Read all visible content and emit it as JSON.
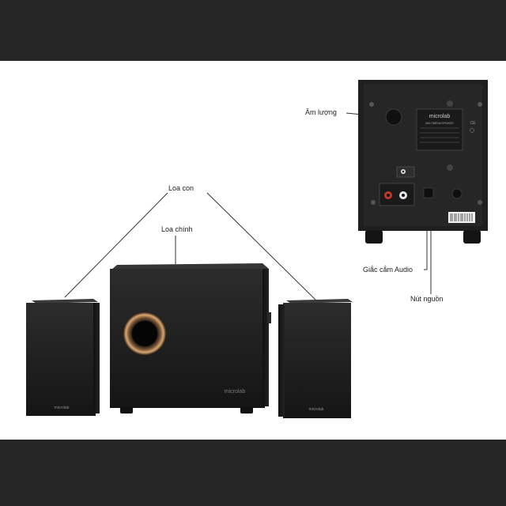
{
  "labels": {
    "satellite": "Loa con",
    "main": "Loa chính",
    "volume": "Âm lượng",
    "audio_jack": "Giắc cắm Audio",
    "power_button": "Nút nguồn"
  },
  "branding": {
    "brand": "microlab",
    "rear_caption": "MULTIMEDIA SPEAKER"
  },
  "colors": {
    "band": "#262626",
    "speaker": "#1e1e1e",
    "port_ring": "#c9935f"
  }
}
